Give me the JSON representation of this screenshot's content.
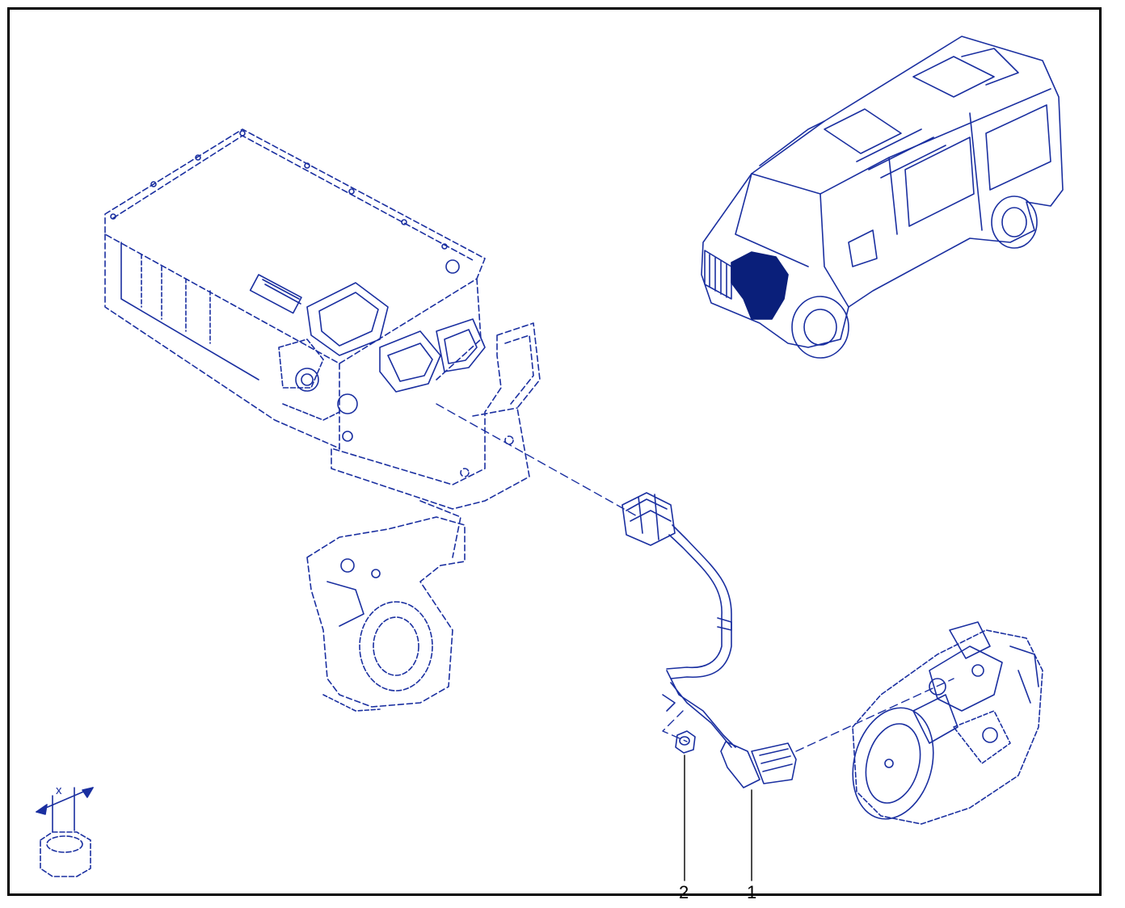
{
  "diagram": {
    "callouts": [
      {
        "number": "2",
        "part": "nut"
      },
      {
        "number": "1",
        "part": "compressor-harness"
      }
    ],
    "legend_symbol": "x",
    "colors": {
      "line": "#1a2fa0",
      "fill_highlight": "#0a1f7a",
      "frame": "#000000",
      "background": "#ffffff"
    }
  }
}
